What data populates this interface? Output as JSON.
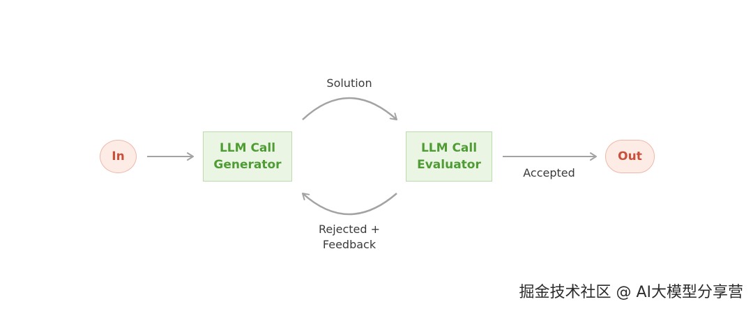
{
  "nodes": {
    "input": "In",
    "generator": {
      "line1": "LLM Call",
      "line2": "Generator"
    },
    "evaluator": {
      "line1": "LLM Call",
      "line2": "Evaluator"
    },
    "output": "Out"
  },
  "edges": {
    "solution": "Solution",
    "accepted": "Accepted",
    "rejected_line1": "Rejected +",
    "rejected_line2": "Feedback"
  },
  "colors": {
    "io_fill": "#fdebe6",
    "io_border": "#f0b8a8",
    "io_text": "#c9503a",
    "llm_fill": "#eaf5e4",
    "llm_border": "#b9dcaa",
    "llm_text": "#4f9b34",
    "arrow": "#a3a3a3"
  },
  "watermark": "掘金技术社区 @ AI大模型分享营"
}
